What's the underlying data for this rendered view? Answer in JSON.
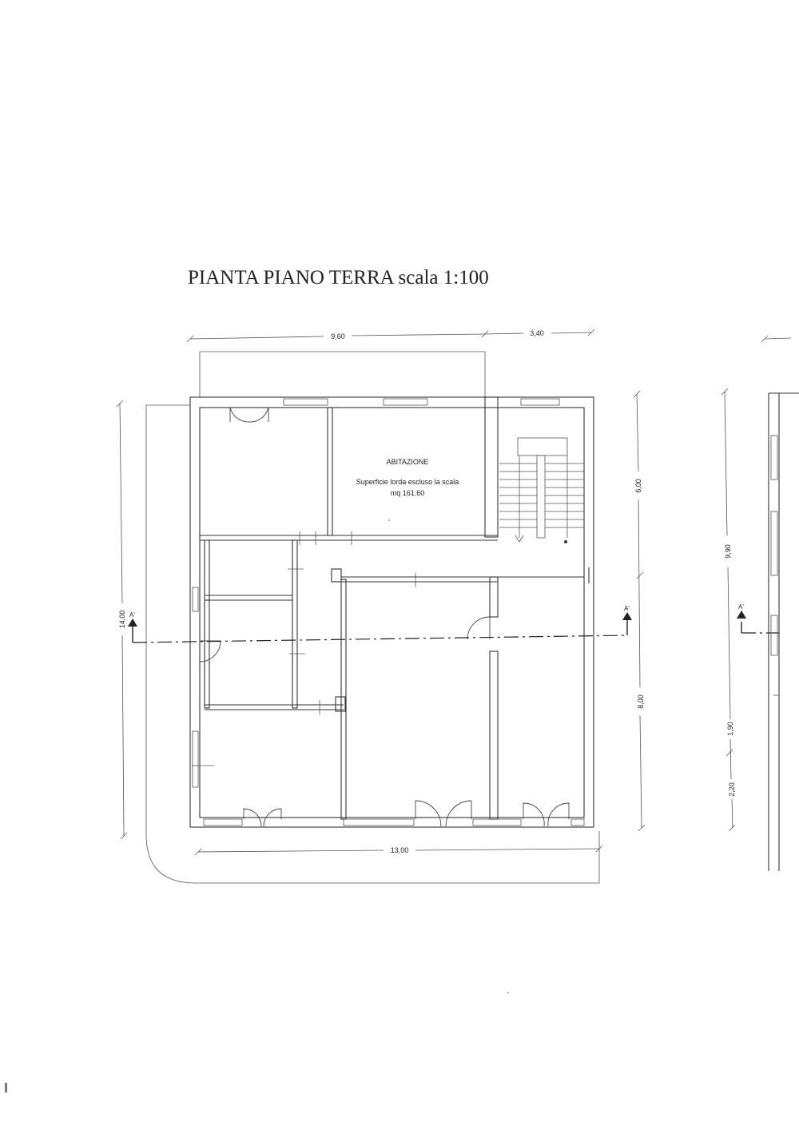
{
  "title": "PIANTA PIANO TERRA scala 1:100",
  "room": {
    "name": "ABITAZIONE",
    "line1": "Superficie lorda escluso la scala",
    "line2": "mq 161.60"
  },
  "dimensions": {
    "top_left": "9,60",
    "top_right": "3,40",
    "bottom": "13,00",
    "left": "14,00",
    "right_top": "6,00",
    "right_bottom": "8,00",
    "side_total": "9,90",
    "side_a": "1,90",
    "side_b": "2,20"
  },
  "section_marker": "A'",
  "colors": {
    "line": "#333333",
    "background": "#ffffff"
  }
}
